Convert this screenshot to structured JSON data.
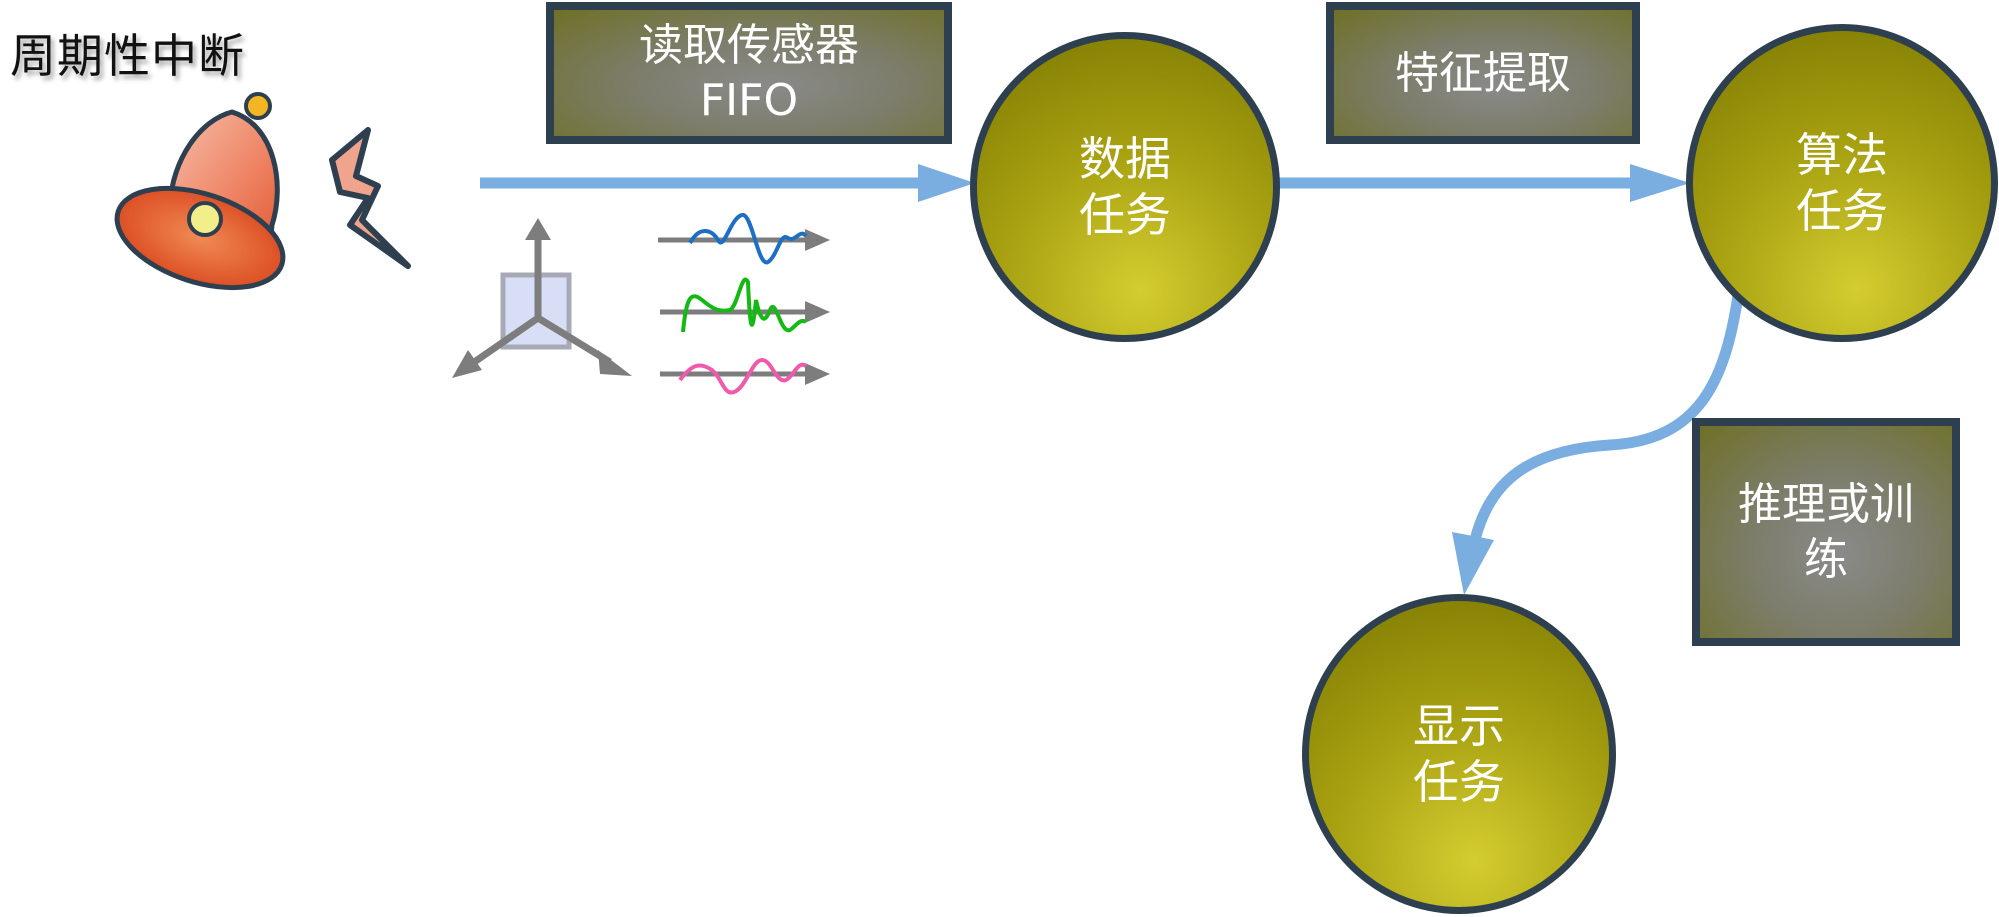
{
  "title": "周期性中断",
  "boxes": {
    "read_fifo": {
      "line1": "读取传感器",
      "line2": "FIFO"
    },
    "feature_extract": {
      "label": "特征提取"
    },
    "inference": {
      "line1": "推理或训",
      "line2": "练"
    }
  },
  "tasks": {
    "data": {
      "line1": "数据",
      "line2": "任务"
    },
    "algorithm": {
      "line1": "算法",
      "line2": "任务"
    },
    "display": {
      "line1": "显示",
      "line2": "任务"
    }
  },
  "colors": {
    "arrow": "#7aaee0",
    "border": "#2e3f50",
    "circle_fill": "#a9a212",
    "signal_blue": "#1e6fc4",
    "signal_green": "#16b816",
    "signal_pink": "#ef5aad"
  },
  "icons": [
    "bell-icon",
    "lightning-icon",
    "axes-icon",
    "signal-waves-icon"
  ]
}
